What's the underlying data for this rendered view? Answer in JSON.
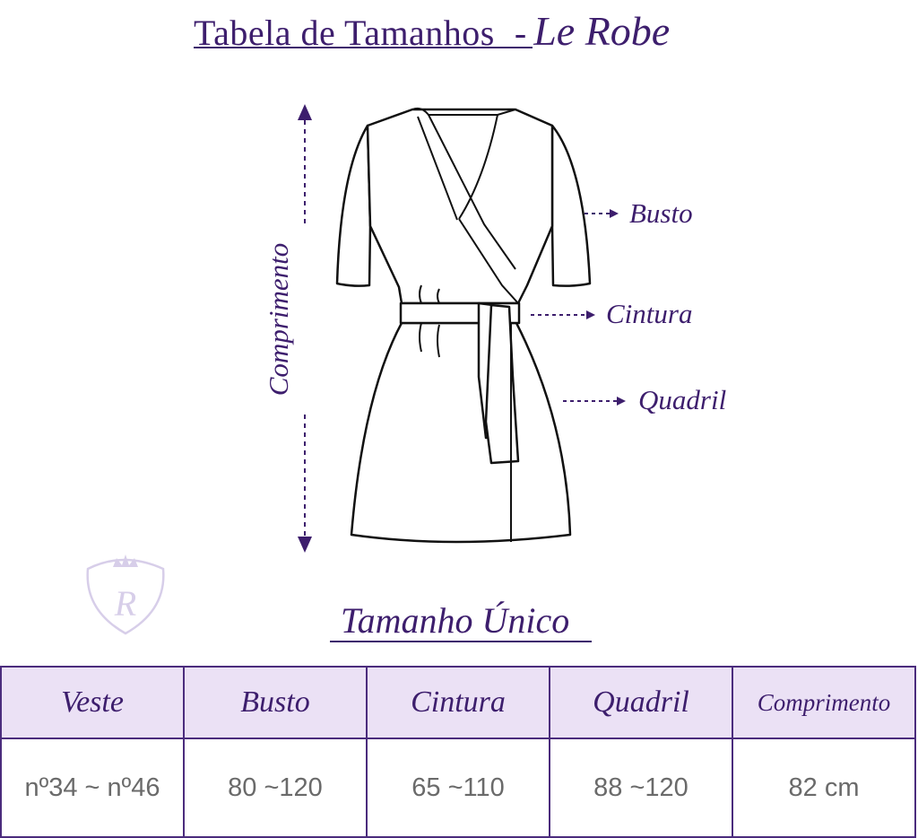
{
  "header": {
    "title": "Tabela de Tamanhos",
    "separator": "-",
    "brand": "Le Robe"
  },
  "diagram": {
    "labels": {
      "busto": "Busto",
      "cintura": "Cintura",
      "quadril": "Quadril",
      "comprimento": "Comprimento"
    },
    "logo_monogram": "R"
  },
  "subtitle": "Tamanho Único",
  "table": {
    "headers": [
      "Veste",
      "Busto",
      "Cintura",
      "Quadril",
      "Comprimento"
    ],
    "rows": [
      [
        "nº34 ~ nº46",
        "80 ~120",
        "65 ~110",
        "88 ~120",
        "82 cm"
      ]
    ]
  },
  "colors": {
    "primary": "#3d1e6d",
    "header_bg": "#ebe1f5",
    "border": "#4b2c7d",
    "cell_text": "#6a6a6a",
    "logo": "#b8a7d8"
  }
}
